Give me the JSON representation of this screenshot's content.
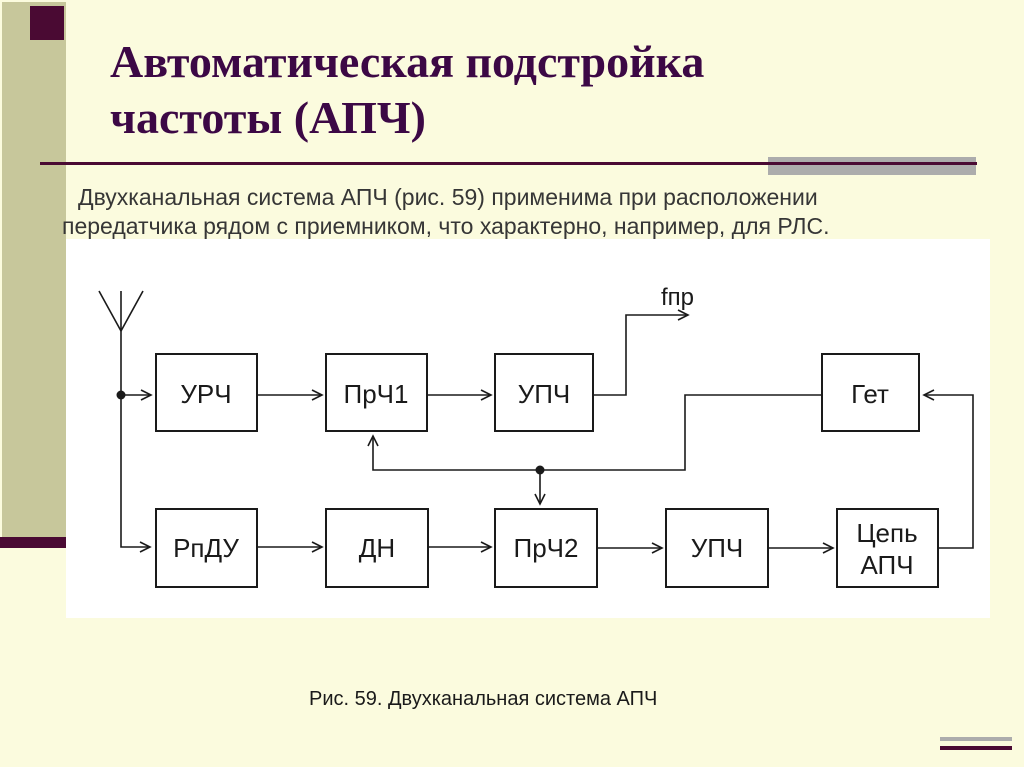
{
  "slide": {
    "title_line1": "Автоматическая подстройка",
    "title_line2": "частоты (АПЧ)",
    "body_line1": "Двухканальная система АПЧ (рис. 59) применима при расположении",
    "body_line2": "передатчика рядом с приемником, что характерно, например, для РЛС.",
    "caption": "Рис. 59. Двухканальная система АПЧ"
  },
  "diagram": {
    "output_label": "fпр",
    "boxes": {
      "urch": "УРЧ",
      "prch1": "ПрЧ1",
      "upch1": "УПЧ",
      "get": "Гет",
      "rpdu": "РпДУ",
      "dn": "ДН",
      "prch2": "ПрЧ2",
      "upch2": "УПЧ",
      "cep_line1": "Цепь",
      "cep_line2": "АПЧ"
    }
  },
  "colors": {
    "background": "#FBFBDE",
    "sidebar_khaki": "#C7C79B",
    "accent_maroon": "#4A0A33",
    "title_color": "#3C0845",
    "accent_gray": "#ACACAC",
    "body_text": "#363636",
    "diagram_ink": "#1A1A1A",
    "figure_background": "#FFFFFF"
  }
}
